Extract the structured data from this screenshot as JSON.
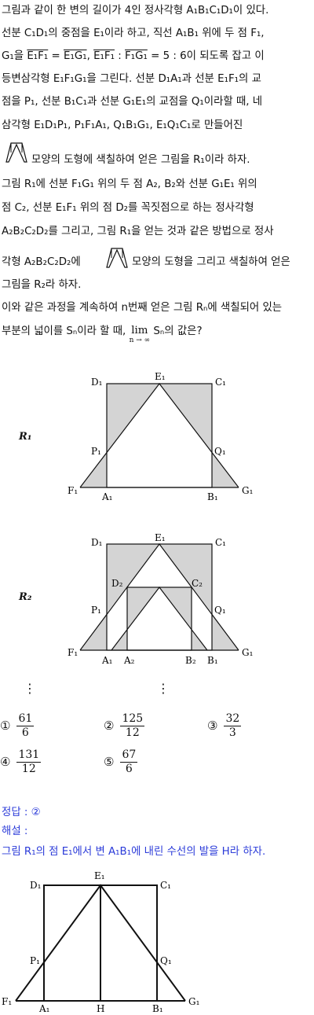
{
  "problem": {
    "line1": "그림과 같이 한 변의 길이가 4인 정사각형 A₁B₁C₁D₁이 있다.",
    "line2": "선분 C₁D₁의 중점을 E₁이라 하고, 직선 A₁B₁ 위에 두 점 F₁,",
    "line3_a": "G₁을",
    "line3_seg1": "E₁F₁",
    "line3_eq": " = ",
    "line3_seg2": "E₁G₁",
    "line3_comma": ",  ",
    "line3_seg3": "E₁F₁",
    "line3_colon": " : ",
    "line3_seg4": "F₁G₁",
    "line3_b": " = 5 : 6이 되도록 잡고 이",
    "line4": "등변삼각형 E₁F₁G₁을 그린다. 선분 D₁A₁과 선분 E₁F₁의 교",
    "line5": "점을 P₁, 선분 B₁C₁과 선분 G₁E₁의 교점을 Q₁이라할 때, 네",
    "line6": "삼각형 E₁D₁P₁, P₁F₁A₁, Q₁B₁G₁, E₁Q₁C₁로 만들어진",
    "line7": "모양의 도형에 색칠하여 얻은 그림을 R₁이라 하자.",
    "line8": "그림 R₁에 선분 F₁G₁ 위의 두 점 A₂, B₂와 선분 G₁E₁ 위의",
    "line9": "점 C₂, 선분 E₁F₁ 위의 점 D₂를 꼭짓점으로 하는 정사각형",
    "line10": "A₂B₂C₂D₂를 그리고, 그림 R₁을 얻는 것과 같은 방법으로 정사",
    "line11_a": "각형 A₂B₂C₂D₂에",
    "line11_b": "모양의 도형을 그리고 색칠하여 얻은",
    "line12": "그림을 R₂라 하자.",
    "line13": "이와 같은 과정을 계속하여 n번째 얻은 그림 Rₙ에 색칠되어 있는",
    "line14_a": "부분의 넓이를 Sₙ이라 할 때,",
    "line14_lim": "lim",
    "line14_sub": "n → ∞",
    "line14_b": "Sₙ의 값은?"
  },
  "figures": {
    "r1_label": "R₁",
    "r2_label": "R₂",
    "labels": {
      "D1": "D₁",
      "E1": "E₁",
      "C1": "C₁",
      "P1": "P₁",
      "Q1": "Q₁",
      "F1": "F₁",
      "A1": "A₁",
      "B1": "B₁",
      "G1": "G₁",
      "D2": "D₂",
      "C2": "C₂",
      "A2": "A₂",
      "B2": "B₂",
      "H": "H"
    },
    "dots": "⋮",
    "shade_color": "#d4d4d4"
  },
  "choices": [
    {
      "mark": "①",
      "num": "61",
      "den": "6"
    },
    {
      "mark": "②",
      "num": "125",
      "den": "12"
    },
    {
      "mark": "③",
      "num": "32",
      "den": "3"
    },
    {
      "mark": "④",
      "num": "131",
      "den": "12"
    },
    {
      "mark": "⑤",
      "num": "67",
      "den": "6"
    }
  ],
  "answer": {
    "label": "정답 : ②",
    "explain_label": "해설 :",
    "explain_line": "그림 R₁의 점 E₁에서 변 A₁B₁에 내린 수선의 발을 H라 하자.",
    "accent": "#2b3bd9"
  }
}
